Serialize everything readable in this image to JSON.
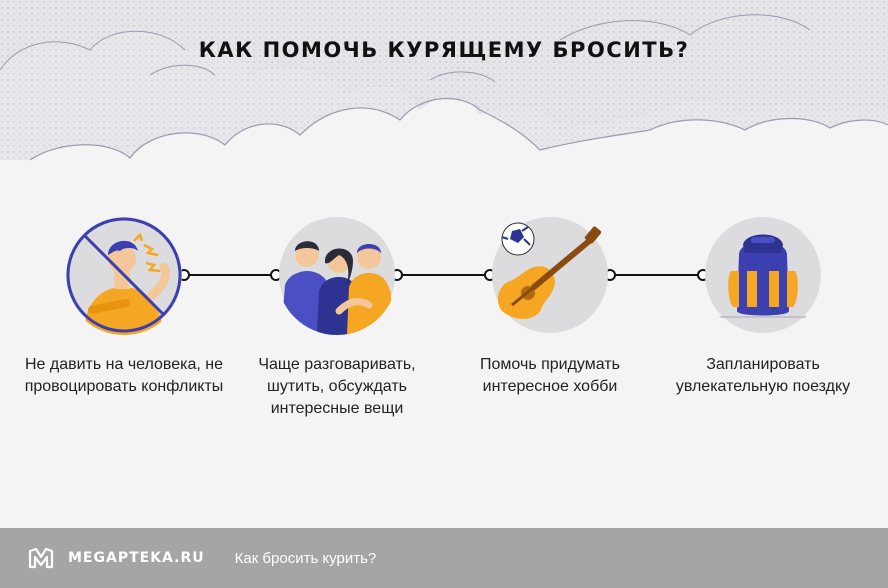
{
  "header": {
    "title": "КАК ПОМОЧЬ КУРЯЩЕМУ БРОСИТЬ?"
  },
  "steps": [
    {
      "icon": "no-pressure-icon",
      "text": "Не давить на человека, не провоцировать конфликты"
    },
    {
      "icon": "friends-talking-icon",
      "text": "Чаще разговаривать, шутить, обсуждать интересные вещи"
    },
    {
      "icon": "guitar-hobby-icon",
      "text": "Помочь придумать интересное хобби"
    },
    {
      "icon": "backpack-trip-icon",
      "text": "Запланировать увлекательную поездку"
    }
  ],
  "footer": {
    "brand": "MEGAPTEKA.RU",
    "link": "Как бросить курить?"
  },
  "colors": {
    "background": "#f4f4f5",
    "footer": "#a5a5a8",
    "accent_orange": "#f5a623",
    "accent_blue": "#4a4fc4",
    "circle": "#dcdcdf"
  }
}
